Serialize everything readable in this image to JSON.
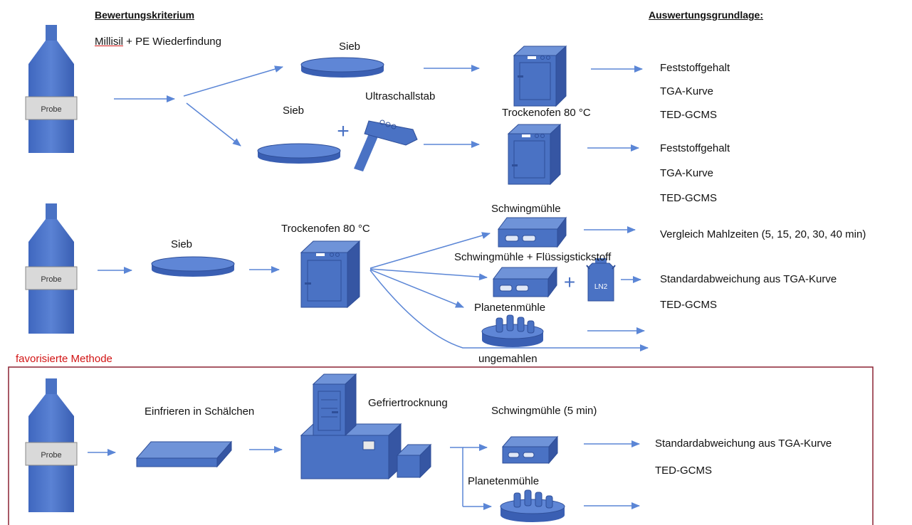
{
  "headers": {
    "criterion": "Bewertungskriterium",
    "basis": "Auswertungsgrundlage:"
  },
  "criterion_line": {
    "part1": "Millisil",
    "part2": " + PE Wiederfindung"
  },
  "bottle_label": "Probe",
  "row1": {
    "sieve_top": "Sieb",
    "sieve_bottom": "Sieb",
    "ultrasonic": "Ultraschallstab",
    "oven": "Trockenofen 80 °C",
    "results_a": [
      "Feststoffgehalt",
      "TGA-Kurve",
      "TED-GCMS"
    ],
    "results_b": [
      "Feststoffgehalt",
      "TGA-Kurve",
      "TED-GCMS"
    ]
  },
  "row2": {
    "sieve": "Sieb",
    "oven": "Trockenofen 80 °C",
    "mill1": "Schwingmühle",
    "mill2": "Schwingmühle + Flüssigstickstoff",
    "planetary": "Planetenmühle",
    "unground": "ungemahlen",
    "ln2": "LN2",
    "result1": "Vergleich Mahlzeiten (5, 15, 20, 30, 40 min)",
    "result2": "Standardabweichung aus TGA-Kurve",
    "result3": "TED-GCMS"
  },
  "row3": {
    "title": "favorisierte Methode",
    "freeze": "Einfrieren in Schälchen",
    "freeze_dry": "Gefriertrocknung",
    "mill": "Schwingmühle (5 min)",
    "planetary": "Planetenmühle",
    "result1": "Standardabweichung aus TGA-Kurve",
    "result2": "TED-GCMS"
  },
  "colors": {
    "blue": "#4a72c4",
    "blue_dark": "#2f4f99",
    "blue_light": "#6f93d8",
    "arrow": "#5b86d6",
    "frame": "#8b2232",
    "red_text": "#d21414"
  }
}
